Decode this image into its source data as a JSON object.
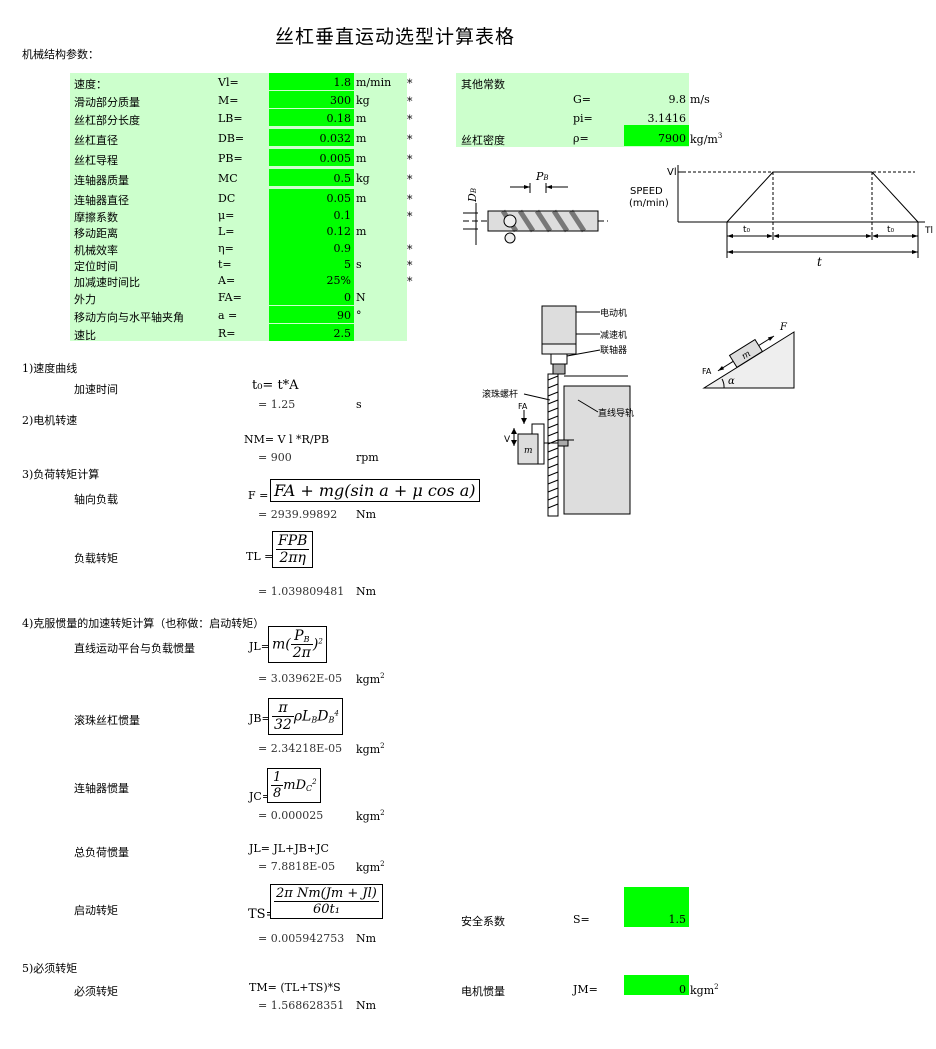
{
  "title": "丝杠垂直运动选型计算表格",
  "subtitle": "机械结构参数：",
  "params": [
    {
      "name": "速度：",
      "sym": "Vl=",
      "value": "1.8",
      "unit": "m/min",
      "star": "*"
    },
    {
      "name": "滑动部分质量",
      "sym": "M=",
      "value": "300",
      "unit": "kg",
      "star": "*"
    },
    {
      "name": "丝杠部分长度",
      "sym": "LB=",
      "value": "0.18",
      "unit": "m",
      "star": "*"
    },
    {
      "name": "丝杠直径",
      "sym": "DB=",
      "value": "0.032",
      "unit": "m",
      "star": "*"
    },
    {
      "name": "丝杠导程",
      "sym": "PB=",
      "value": "0.005",
      "unit": "m",
      "star": "*"
    },
    {
      "name": "连轴器质量",
      "sym": "MC",
      "value": "0.5",
      "unit": "kg",
      "star": "*"
    },
    {
      "name": "连轴器直径",
      "sym": "DC",
      "value": "0.05",
      "unit": "m",
      "star": "*"
    },
    {
      "name": "摩擦系数",
      "sym": "μ=",
      "value": "0.1",
      "unit": "",
      "star": "*"
    },
    {
      "name": "移动距离",
      "sym": "L=",
      "value": "0.12",
      "unit": "m",
      "star": ""
    },
    {
      "name": "机械效率",
      "sym": "η=",
      "value": "0.9",
      "unit": "",
      "star": "*"
    },
    {
      "name": "定位时间",
      "sym": "t=",
      "value": "5",
      "unit": "s",
      "star": "*"
    },
    {
      "name": "加减速时间比",
      "sym": "A=",
      "value": "25%",
      "unit": "",
      "star": "*"
    },
    {
      "name": "外力",
      "sym": "FA=",
      "value": "0",
      "unit": "N",
      "star": ""
    },
    {
      "name": "移动方向与水平轴夹角",
      "sym": "a =",
      "value": "90",
      "unit": "°",
      "star": ""
    },
    {
      "name": "速比",
      "sym": "R=",
      "value": "2.5",
      "unit": "",
      "star": ""
    }
  ],
  "other": {
    "title": "其他常数",
    "g_sym": "G=",
    "g_val": "9.8",
    "g_unit": "m/s",
    "pi_sym": "pi=",
    "pi_val": "3.1416",
    "rho_name": "丝杠密度",
    "rho_sym": "ρ=",
    "rho_val": "7900",
    "rho_unit": "kg/m"
  },
  "diagrams": {
    "db": "DB",
    "pb": "PB",
    "vl": "Vl",
    "speed": "SPEED",
    "speed_unit": "(m/min)",
    "t0a": "t₀",
    "t0b": "t₀",
    "tl": "Tl",
    "t": "t",
    "motor": "电动机",
    "reducer": "减速机",
    "coupling": "联轴器",
    "screw": "滚珠螺杆",
    "guide": "直线导轨",
    "fa": "FA",
    "v": "V",
    "m": "m",
    "f": "F",
    "alpha": "α"
  },
  "s1": {
    "head": "1)速度曲线",
    "label": "加速时间",
    "formula": "t₀= t*A",
    "result": "= 1.25",
    "unit": "s"
  },
  "s2": {
    "head": "2)电机转速",
    "formula": "NM= V l *R/PB",
    "result": "= 900",
    "unit": "rpm"
  },
  "s3": {
    "head": "3)负荷转矩计算",
    "l1": "轴向负载",
    "f1_pre": "F =",
    "f1": "FA + mg(sin a + μ cos a)",
    "r1": "= 2939.99892",
    "u1": "Nm",
    "l2": "负载转矩",
    "f2_pre": "TL =",
    "f2_n": "FPB",
    "f2_d": "2πη",
    "r2": "= 1.039809481",
    "u2": "Nm"
  },
  "s4": {
    "head": "4)克服惯量的加速转矩计算（也称做：启动转矩）",
    "l1": "直线运动平台与负载惯量",
    "p1": "JL=",
    "r1": "= 3.03962E-05",
    "u1": "kgm",
    "l2": "滚珠丝杠惯量",
    "p2": "JB=",
    "r2": "= 2.34218E-05",
    "u2": "kgm",
    "l3": "连轴器惯量",
    "p3": "JC=",
    "r3": "= 0.000025",
    "u3": "kgm",
    "l4": "总负荷惯量",
    "p4": "JL= JL+JB+JC",
    "r4": "= 7.8818E-05",
    "u4": "kgm",
    "l5": "启动转矩",
    "p5": "TS=",
    "f5_n": "2π Nm(Jm + Jl)",
    "f5_d": "60t₁",
    "r5": "= 0.005942753",
    "u5": "Nm",
    "safety_name": "安全系数",
    "safety_sym": "S=",
    "safety_val": "1.5"
  },
  "s5": {
    "head": "5)必须转矩",
    "label": "必须转矩",
    "formula": "TM= (TL+TS)*S",
    "result": "= 1.568628351",
    "unit": "Nm",
    "inertia_name": "电机惯量",
    "inertia_sym": "JM=",
    "inertia_val": "0",
    "inertia_unit": "kgm"
  }
}
